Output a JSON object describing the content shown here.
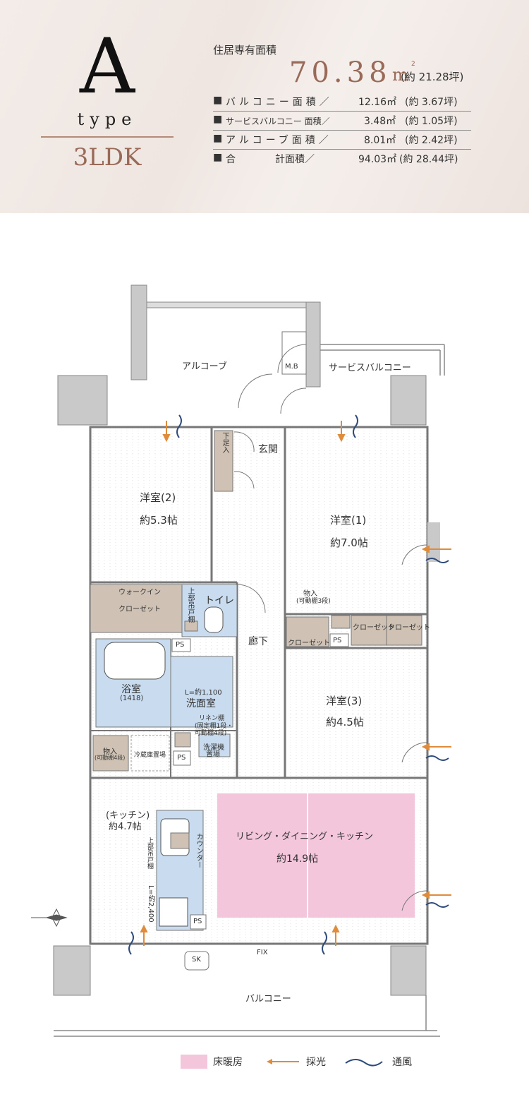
{
  "header": {
    "type_letter": "A",
    "type_word": "type",
    "layout_name": "3LDK",
    "exclusive_label": "住居専有面積",
    "exclusive_value": "70.38",
    "exclusive_unit": "m",
    "exclusive_unit_sup": "2",
    "exclusive_tsubo": "(約 21.28坪)",
    "rows": [
      {
        "bullet": "■",
        "name": "バルコニー面積／",
        "value": "12.16㎡",
        "tsubo": "(約 3.67坪)"
      },
      {
        "bullet": "■",
        "name": "サービスバルコニー 面積／",
        "value": "3.48㎡",
        "tsubo": "(約 1.05坪)"
      },
      {
        "bullet": "■",
        "name": "アルコーブ面積／",
        "value": "8.01㎡",
        "tsubo": "(約 2.42坪)"
      },
      {
        "bullet": "■",
        "name": "合　　　　計面積／",
        "value": "94.03㎡",
        "tsubo": "(約 28.44坪)"
      }
    ]
  },
  "plan": {
    "alcove": "アルコーブ",
    "mb": "M.B",
    "service_balcony": "サービスバルコニー",
    "shoes": "下足入",
    "entrance": "玄関",
    "room2_name": "洋室(2)",
    "room2_size": "約5.3帖",
    "room1_name": "洋室(1)",
    "room1_size": "約7.0帖",
    "walkin_1": "ウォークイン",
    "walkin_2": "クローゼット",
    "upper_cabinet_toilet": "上部吊戸棚",
    "toilet": "トイレ",
    "storage_a": "物入",
    "storage_a_detail": "(可動棚3段)",
    "closet": "クローゼット",
    "ps": "PS",
    "hallway": "廊下",
    "bath_name": "浴室",
    "bath_size": "(1418)",
    "basin_width": "L=約1,100",
    "washroom": "洗面室",
    "linen_1": "リネン棚",
    "linen_2": "(固定棚1段・",
    "linen_3": "可動棚4段)",
    "washer_1": "洗濯機",
    "washer_2": "置場",
    "room3_name": "洋室(3)",
    "room3_size": "約4.5帖",
    "storage_b": "物入",
    "storage_b_detail": "(可動棚4段)",
    "fridge": "冷蔵庫置場",
    "kitchen_name": "(キッチン)",
    "kitchen_size": "約4.7帖",
    "upper_cabinet_kitchen": "上部吊戸棚",
    "counter": "カウンター",
    "kitchen_length": "L=約2,400",
    "ldk_name": "リビング・ダイニング・キッチン",
    "ldk_size": "約14.9帖",
    "sk": "SK",
    "fix": "FIX",
    "balcony": "バルコニー"
  },
  "legend": {
    "floor_heating": "床暖房",
    "daylight": "採光",
    "ventilation": "通風"
  },
  "colors": {
    "wall_gray": "#c9c9c9",
    "storage_tan": "#cfc2b4",
    "wet_blue": "#c9dcef",
    "floor_heating_pink": "#f4c6dc",
    "accent_brown": "#9a6a58",
    "arrow_orange": "#e08b3a",
    "wind_navy": "#2d4a7a"
  }
}
